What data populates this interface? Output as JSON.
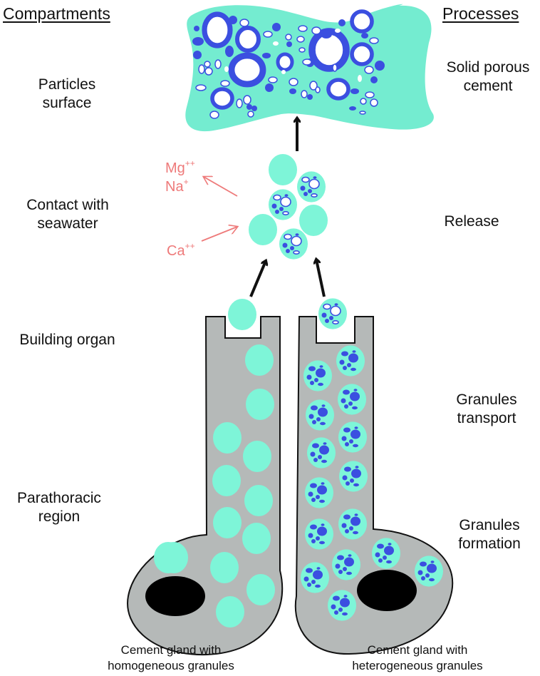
{
  "headers": {
    "left": "Compartments",
    "right": "Processes"
  },
  "compartments": [
    {
      "line1": "Particles",
      "line2": "surface"
    },
    {
      "line1": "Contact with",
      "line2": "seawater"
    },
    {
      "line1": "Building organ",
      "line2": ""
    },
    {
      "line1": "Parathoracic",
      "line2": "region"
    }
  ],
  "processes": [
    {
      "line1": "Solid porous",
      "line2": "cement"
    },
    {
      "line1": "Release",
      "line2": ""
    },
    {
      "line1": "Granules",
      "line2": "transport"
    },
    {
      "line1": "Granules",
      "line2": "formation"
    }
  ],
  "ions": {
    "out": [
      {
        "symbol": "Mg",
        "charge": "++"
      },
      {
        "symbol": "Na",
        "charge": "+"
      }
    ],
    "in": [
      {
        "symbol": "Ca",
        "charge": "++"
      }
    ]
  },
  "captions": {
    "left": {
      "line1": "Cement gland with",
      "line2": "homogeneous granules"
    },
    "right": {
      "line1": "Cement gland with",
      "line2": "heterogeneous granules"
    }
  },
  "colors": {
    "granule": "#7ef5d8",
    "cement": "#74ecd0",
    "vesicle": "#3b4fe0",
    "gland": "#b5b9b8",
    "nucleus": "#000000",
    "ion": "#ee7a7a",
    "arrow": "#111111"
  }
}
